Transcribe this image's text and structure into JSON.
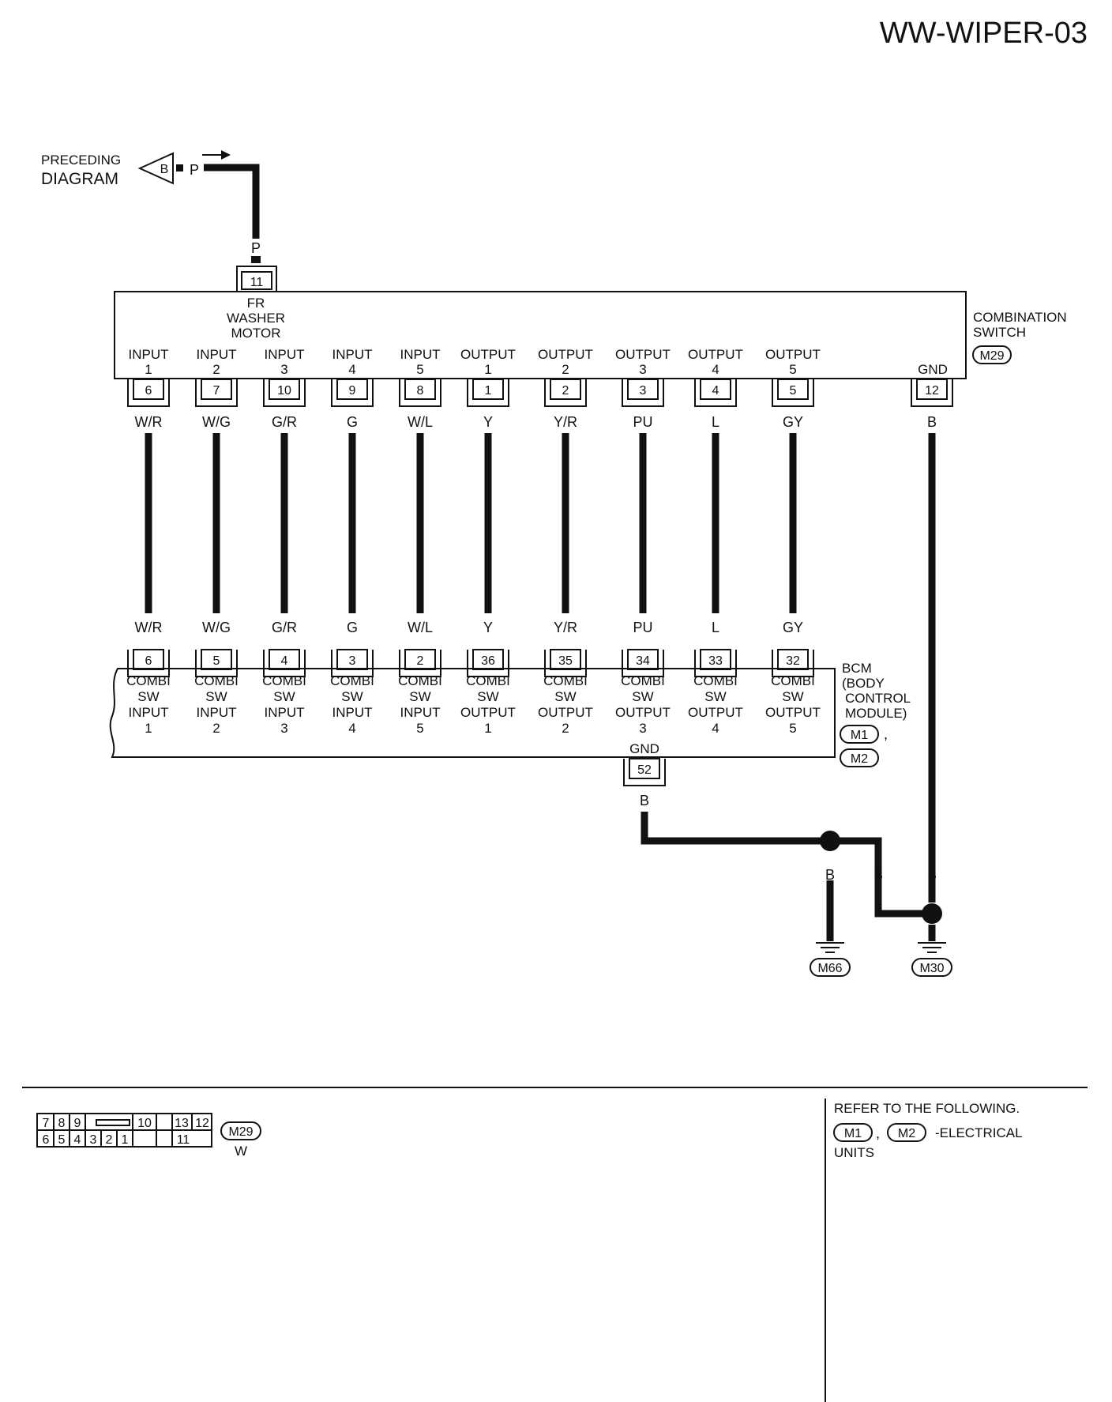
{
  "title": "WW-WIPER-03",
  "preceding": {
    "line1": "PRECEDING",
    "line2": "DIAGRAM",
    "connector": "B",
    "wire": "P"
  },
  "washer": {
    "pin": "11",
    "wire": "P",
    "label": [
      "FR",
      "WASHER",
      "MOTOR"
    ]
  },
  "combination_switch": {
    "name": [
      "COMBINATION",
      "SWITCH"
    ],
    "connector": "M29",
    "gnd": {
      "label": "GND",
      "pin": "12",
      "wire": "B"
    }
  },
  "wires": [
    {
      "top_label": [
        "INPUT",
        "1"
      ],
      "top_pin": "6",
      "color": "W/R",
      "bcm_pin": "6",
      "bcm_label": [
        "COMBI",
        "SW",
        "INPUT",
        "1"
      ]
    },
    {
      "top_label": [
        "INPUT",
        "2"
      ],
      "top_pin": "7",
      "color": "W/G",
      "bcm_pin": "5",
      "bcm_label": [
        "COMBI",
        "SW",
        "INPUT",
        "2"
      ]
    },
    {
      "top_label": [
        "INPUT",
        "3"
      ],
      "top_pin": "10",
      "color": "G/R",
      "bcm_pin": "4",
      "bcm_label": [
        "COMBI",
        "SW",
        "INPUT",
        "3"
      ]
    },
    {
      "top_label": [
        "INPUT",
        "4"
      ],
      "top_pin": "9",
      "color": "G",
      "bcm_pin": "3",
      "bcm_label": [
        "COMBI",
        "SW",
        "INPUT",
        "4"
      ]
    },
    {
      "top_label": [
        "INPUT",
        "5"
      ],
      "top_pin": "8",
      "color": "W/L",
      "bcm_pin": "2",
      "bcm_label": [
        "COMBI",
        "SW",
        "INPUT",
        "5"
      ]
    },
    {
      "top_label": [
        "OUTPUT",
        "1"
      ],
      "top_pin": "1",
      "color": "Y",
      "bcm_pin": "36",
      "bcm_label": [
        "COMBI",
        "SW",
        "OUTPUT",
        "1"
      ]
    },
    {
      "top_label": [
        "OUTPUT",
        "2"
      ],
      "top_pin": "2",
      "color": "Y/R",
      "bcm_pin": "35",
      "bcm_label": [
        "COMBI",
        "SW",
        "OUTPUT",
        "2"
      ]
    },
    {
      "top_label": [
        "OUTPUT",
        "3"
      ],
      "top_pin": "3",
      "color": "PU",
      "bcm_pin": "34",
      "bcm_label": [
        "COMBI",
        "SW",
        "OUTPUT",
        "3"
      ]
    },
    {
      "top_label": [
        "OUTPUT",
        "4"
      ],
      "top_pin": "4",
      "color": "L",
      "bcm_pin": "33",
      "bcm_label": [
        "COMBI",
        "SW",
        "OUTPUT",
        "4"
      ]
    },
    {
      "top_label": [
        "OUTPUT",
        "5"
      ],
      "top_pin": "5",
      "color": "GY",
      "bcm_pin": "32",
      "bcm_label": [
        "COMBI",
        "SW",
        "OUTPUT",
        "5"
      ]
    }
  ],
  "bcm": {
    "name": [
      "BCM",
      "(BODY",
      "CONTROL",
      "MODULE)"
    ],
    "connectors": [
      "M1",
      "M2"
    ],
    "separator": ",",
    "gnd": {
      "label": "GND",
      "pin": "52",
      "wire": "B"
    }
  },
  "grounds": {
    "wire_labels": [
      "B",
      "B",
      "B"
    ],
    "g1": "M66",
    "g2": "M30"
  },
  "connector_view": {
    "row1": [
      "7",
      "8",
      "9",
      "10",
      "13",
      "12"
    ],
    "row2": [
      "6",
      "5",
      "4",
      "3",
      "2",
      "1",
      "11"
    ],
    "name": "M29",
    "color": "W"
  },
  "refer": {
    "line1": "REFER TO THE FOLLOWING.",
    "c1": "M1",
    "sep": ",",
    "c2": "M2",
    "text": "-ELECTRICAL",
    "line3": "UNITS"
  }
}
